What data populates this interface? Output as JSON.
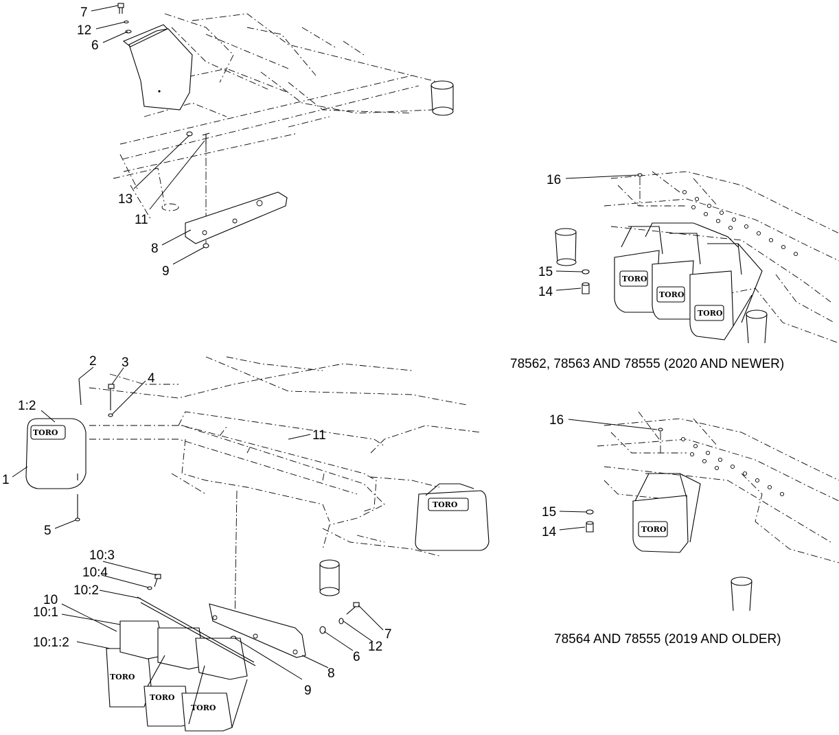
{
  "diagram": {
    "captions": {
      "newer": "78562, 78563 AND 78555 (2020 AND NEWER)",
      "older": "78564 AND 78555 (2019 AND OLDER)"
    },
    "brand_mark": "TORO",
    "callouts": {
      "top_7": "7",
      "top_12": "12",
      "top_6": "6",
      "top_13": "13",
      "top_11": "11",
      "top_8": "8",
      "top_9": "9",
      "left_1": "1",
      "left_1_2": "1:2",
      "left_2": "2",
      "left_3": "3",
      "left_4": "4",
      "left_5": "5",
      "left_11": "11",
      "left_10": "10",
      "left_10_1": "10:1",
      "left_10_1_2": "10:1:2",
      "left_10_2": "10:2",
      "left_10_3": "10:3",
      "left_10_4": "10:4",
      "left_6": "6",
      "left_7": "7",
      "left_8": "8",
      "left_9": "9",
      "left_12": "12",
      "newer_16": "16",
      "newer_15": "15",
      "newer_14": "14",
      "older_16": "16",
      "older_15": "15",
      "older_14": "14"
    }
  }
}
